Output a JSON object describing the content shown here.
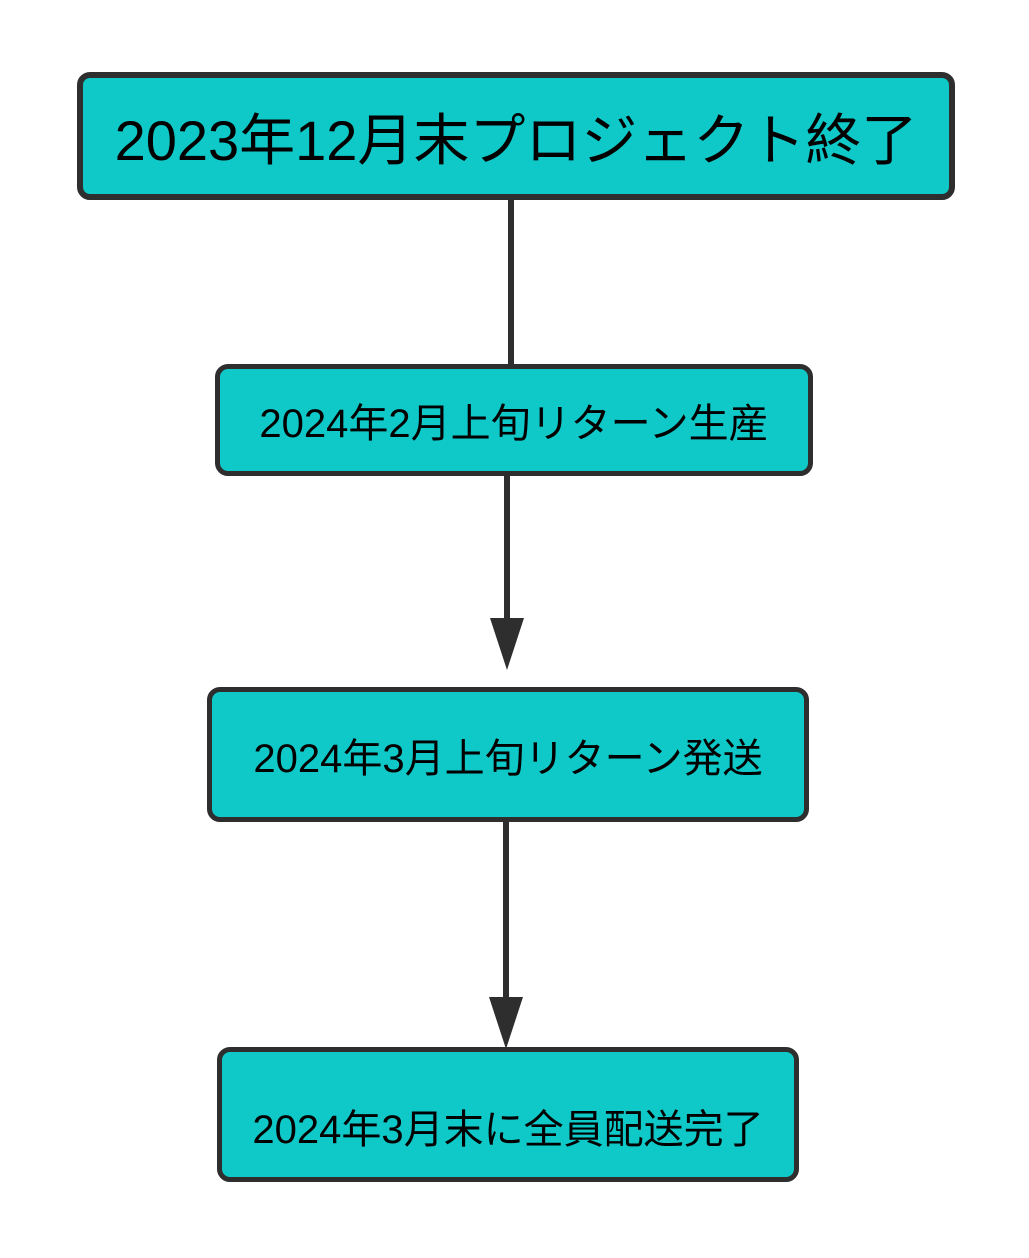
{
  "diagram": {
    "type": "flowchart",
    "direction": "top-down",
    "colors": {
      "background": "#ffffff",
      "node_fill": "#0fc9c9",
      "node_border": "#2e2e2e",
      "connector": "#2e2e2e",
      "text": "#000000"
    },
    "nodes": [
      {
        "id": "milestone-1",
        "label": "2023年12月末プロジェクト終了"
      },
      {
        "id": "milestone-2",
        "label": "2024年2月上旬リターン生産"
      },
      {
        "id": "milestone-3",
        "label": "2024年3月上旬リターン発送"
      },
      {
        "id": "milestone-4",
        "label": "2024年3月末に全員配送完了"
      }
    ],
    "edges": [
      {
        "from": "milestone-1",
        "to": "milestone-2",
        "arrowhead": "none"
      },
      {
        "from": "milestone-2",
        "to": "milestone-3",
        "arrowhead": "triangle-down"
      },
      {
        "from": "milestone-3",
        "to": "milestone-4",
        "arrowhead": "triangle-down"
      }
    ]
  }
}
